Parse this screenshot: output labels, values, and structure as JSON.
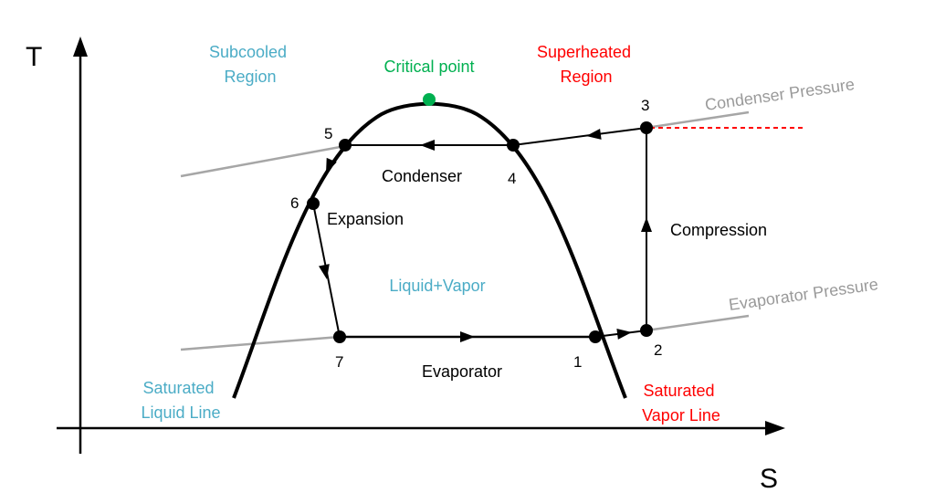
{
  "axes": {
    "y_label": "T",
    "x_label": "S"
  },
  "regions": {
    "subcooled": [
      "Subcooled",
      "Region"
    ],
    "superheated": [
      "Superheated",
      "Region"
    ],
    "critical": "Critical point",
    "liquid_vapor": "Liquid+Vapor",
    "sat_liquid": [
      "Saturated",
      "Liquid Line"
    ],
    "sat_vapor": [
      "Saturated",
      "Vapor Line"
    ]
  },
  "processes": {
    "condenser": "Condenser",
    "expansion": "Expansion",
    "compression": "Compression",
    "evaporator": "Evaporator"
  },
  "pressures": {
    "condenser": "Condenser Pressure",
    "evaporator": "Evaporator Pressure"
  },
  "points": [
    "1",
    "2",
    "3",
    "4",
    "5",
    "6",
    "7"
  ],
  "colors": {
    "region_blue": "#4bacc6",
    "region_red": "#ff0000",
    "critical_green": "#00b050",
    "pressure_gray": "#a6a6a6",
    "line_black": "#000000"
  }
}
